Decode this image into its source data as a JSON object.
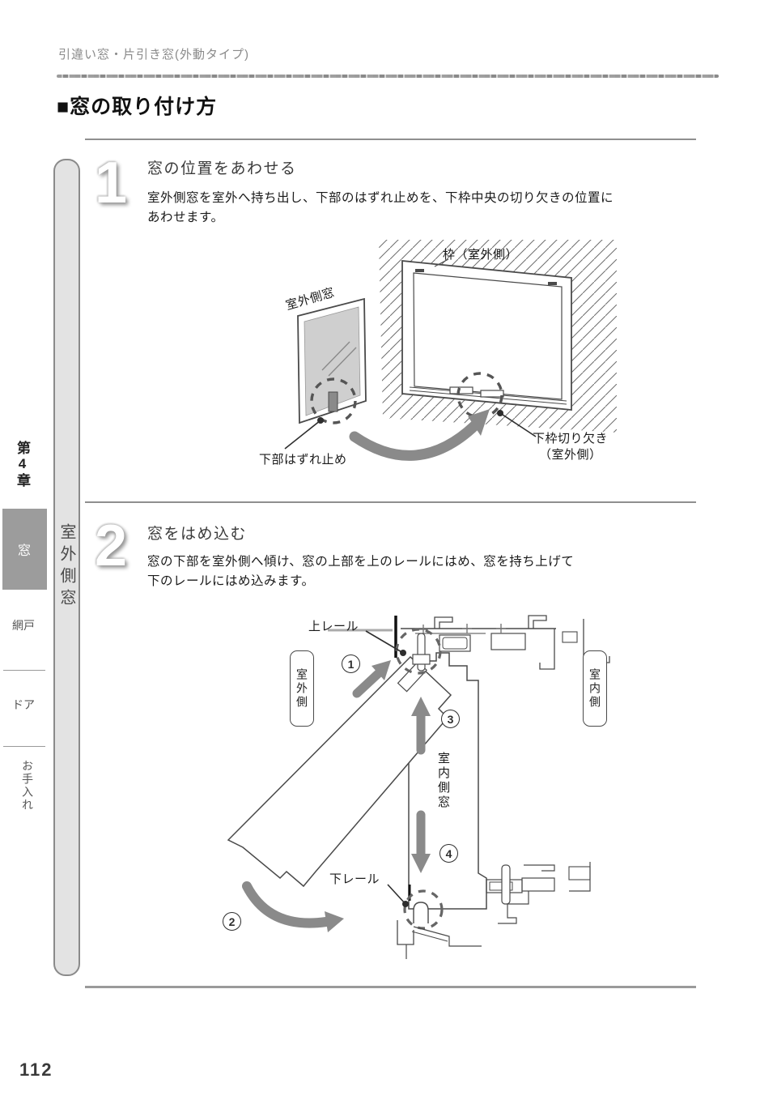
{
  "page": {
    "header": "引違い窓・片引き窓(外動タイプ)",
    "title": "■窓の取り付け方",
    "page_number": "112"
  },
  "sidebar": {
    "chapter": "第4章",
    "active_item": "窓",
    "items": [
      "網戸",
      "ドア",
      "お手入れ"
    ],
    "edge_tab": "室外側窓"
  },
  "steps": [
    {
      "number": "1",
      "heading": "窓の位置をあわせる",
      "body_line1": "室外側窓を室外へ持ち出し、下部のはずれ止めを、下枠中央の切り欠きの位置に",
      "body_line2": "あわせます。"
    },
    {
      "number": "2",
      "heading": "窓をはめ込む",
      "body_line1": "窓の下部を室外側へ傾け、窓の上部を上のレールにはめ、窓を持ち上げて",
      "body_line2": "下のレールにはめ込みます。"
    }
  ],
  "diagram1": {
    "frame_label": "枠（室外側）",
    "window_label": "室外側窓",
    "stopper_label": "下部はずれ止め",
    "cutout_label_line1": "下枠切り欠き",
    "cutout_label_line2": "（室外側）"
  },
  "diagram2": {
    "upper_rail": "上レール",
    "lower_rail": "下レール",
    "outdoor_side": "室外側",
    "indoor_side": "室内側",
    "indoor_window": "室内側窓",
    "marker1": "1",
    "marker2": "2",
    "marker3": "3",
    "marker4": "4"
  },
  "colors": {
    "accent_gray": "#8a8a8a",
    "active_tab_bg": "#9c9c9c",
    "glass": "#cfcfcf",
    "arrow": "#8a8a8a",
    "line_art": "#4a4a4a"
  }
}
